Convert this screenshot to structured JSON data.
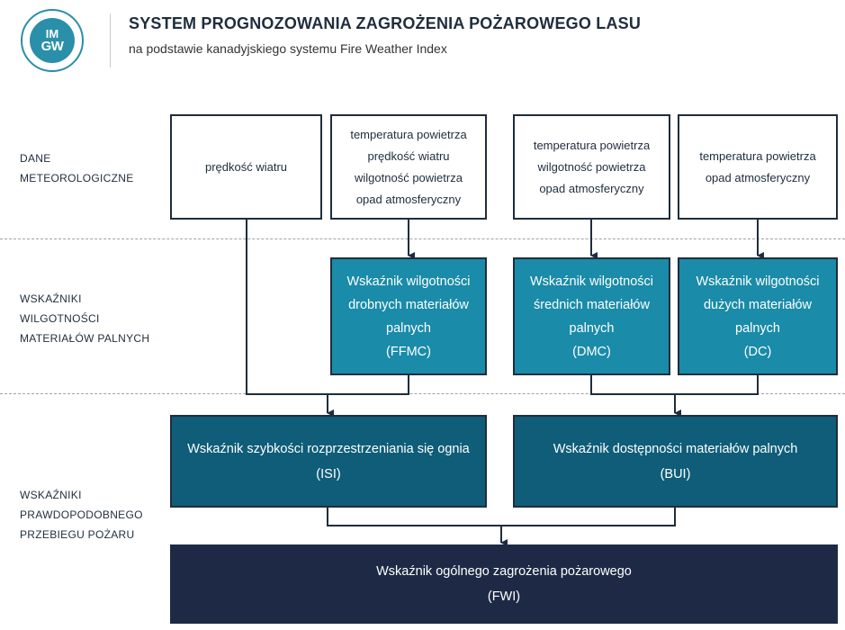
{
  "header": {
    "logo_line1": "IM",
    "logo_line2": "GW",
    "title": "SYSTEM PROGNOZOWANIA ZAGROŻENIA POŻAROWEGO LASU",
    "subtitle": "na podstawie kanadyjskiego systemu Fire Weather Index"
  },
  "rows": {
    "meteo": [
      "DANE",
      "METEOROLOGICZNE"
    ],
    "moisture": [
      "WSKAŹNIKI",
      "WILGOTNOŚCI",
      "MATERIAŁÓW PALNYCH"
    ],
    "behavior": [
      "WSKAŹNIKI",
      "PRAWDOPODOBNEGO",
      "PRZEBIEGU POŻARU"
    ]
  },
  "inputs": {
    "wind": [
      "prędkość wiatru"
    ],
    "ffmc_inputs": [
      "temperatura powietrza",
      "prędkość wiatru",
      "wilgotność powietrza",
      "opad atmosferyczny"
    ],
    "dmc_inputs": [
      "temperatura powietrza",
      "wilgotność powietrza",
      "opad atmosferyczny"
    ],
    "dc_inputs": [
      "temperatura powietrza",
      "opad atmosferyczny"
    ]
  },
  "moisture_codes": {
    "ffmc": [
      "Wskaźnik wilgotności",
      "drobnych materiałów",
      "palnych",
      "(FFMC)"
    ],
    "dmc": [
      "Wskaźnik wilgotności",
      "średnich materiałów",
      "palnych",
      "(DMC)"
    ],
    "dc": [
      "Wskaźnik wilgotności",
      "dużych materiałów",
      "palnych",
      "(DC)"
    ]
  },
  "behavior_indices": {
    "isi": [
      "Wskaźnik szybkości rozprzestrzeniania się ognia",
      "(ISI)"
    ],
    "bui": [
      "Wskaźnik dostępności materiałów palnych",
      "(BUI)"
    ]
  },
  "fwi": [
    "Wskaźnik ogólnego zagrożenia pożarowego",
    "(FWI)"
  ],
  "colors": {
    "outline": "#1f2d3d",
    "teal": "#1a8ba8",
    "dark_teal": "#0f5d78",
    "navy": "#1e2a45"
  }
}
